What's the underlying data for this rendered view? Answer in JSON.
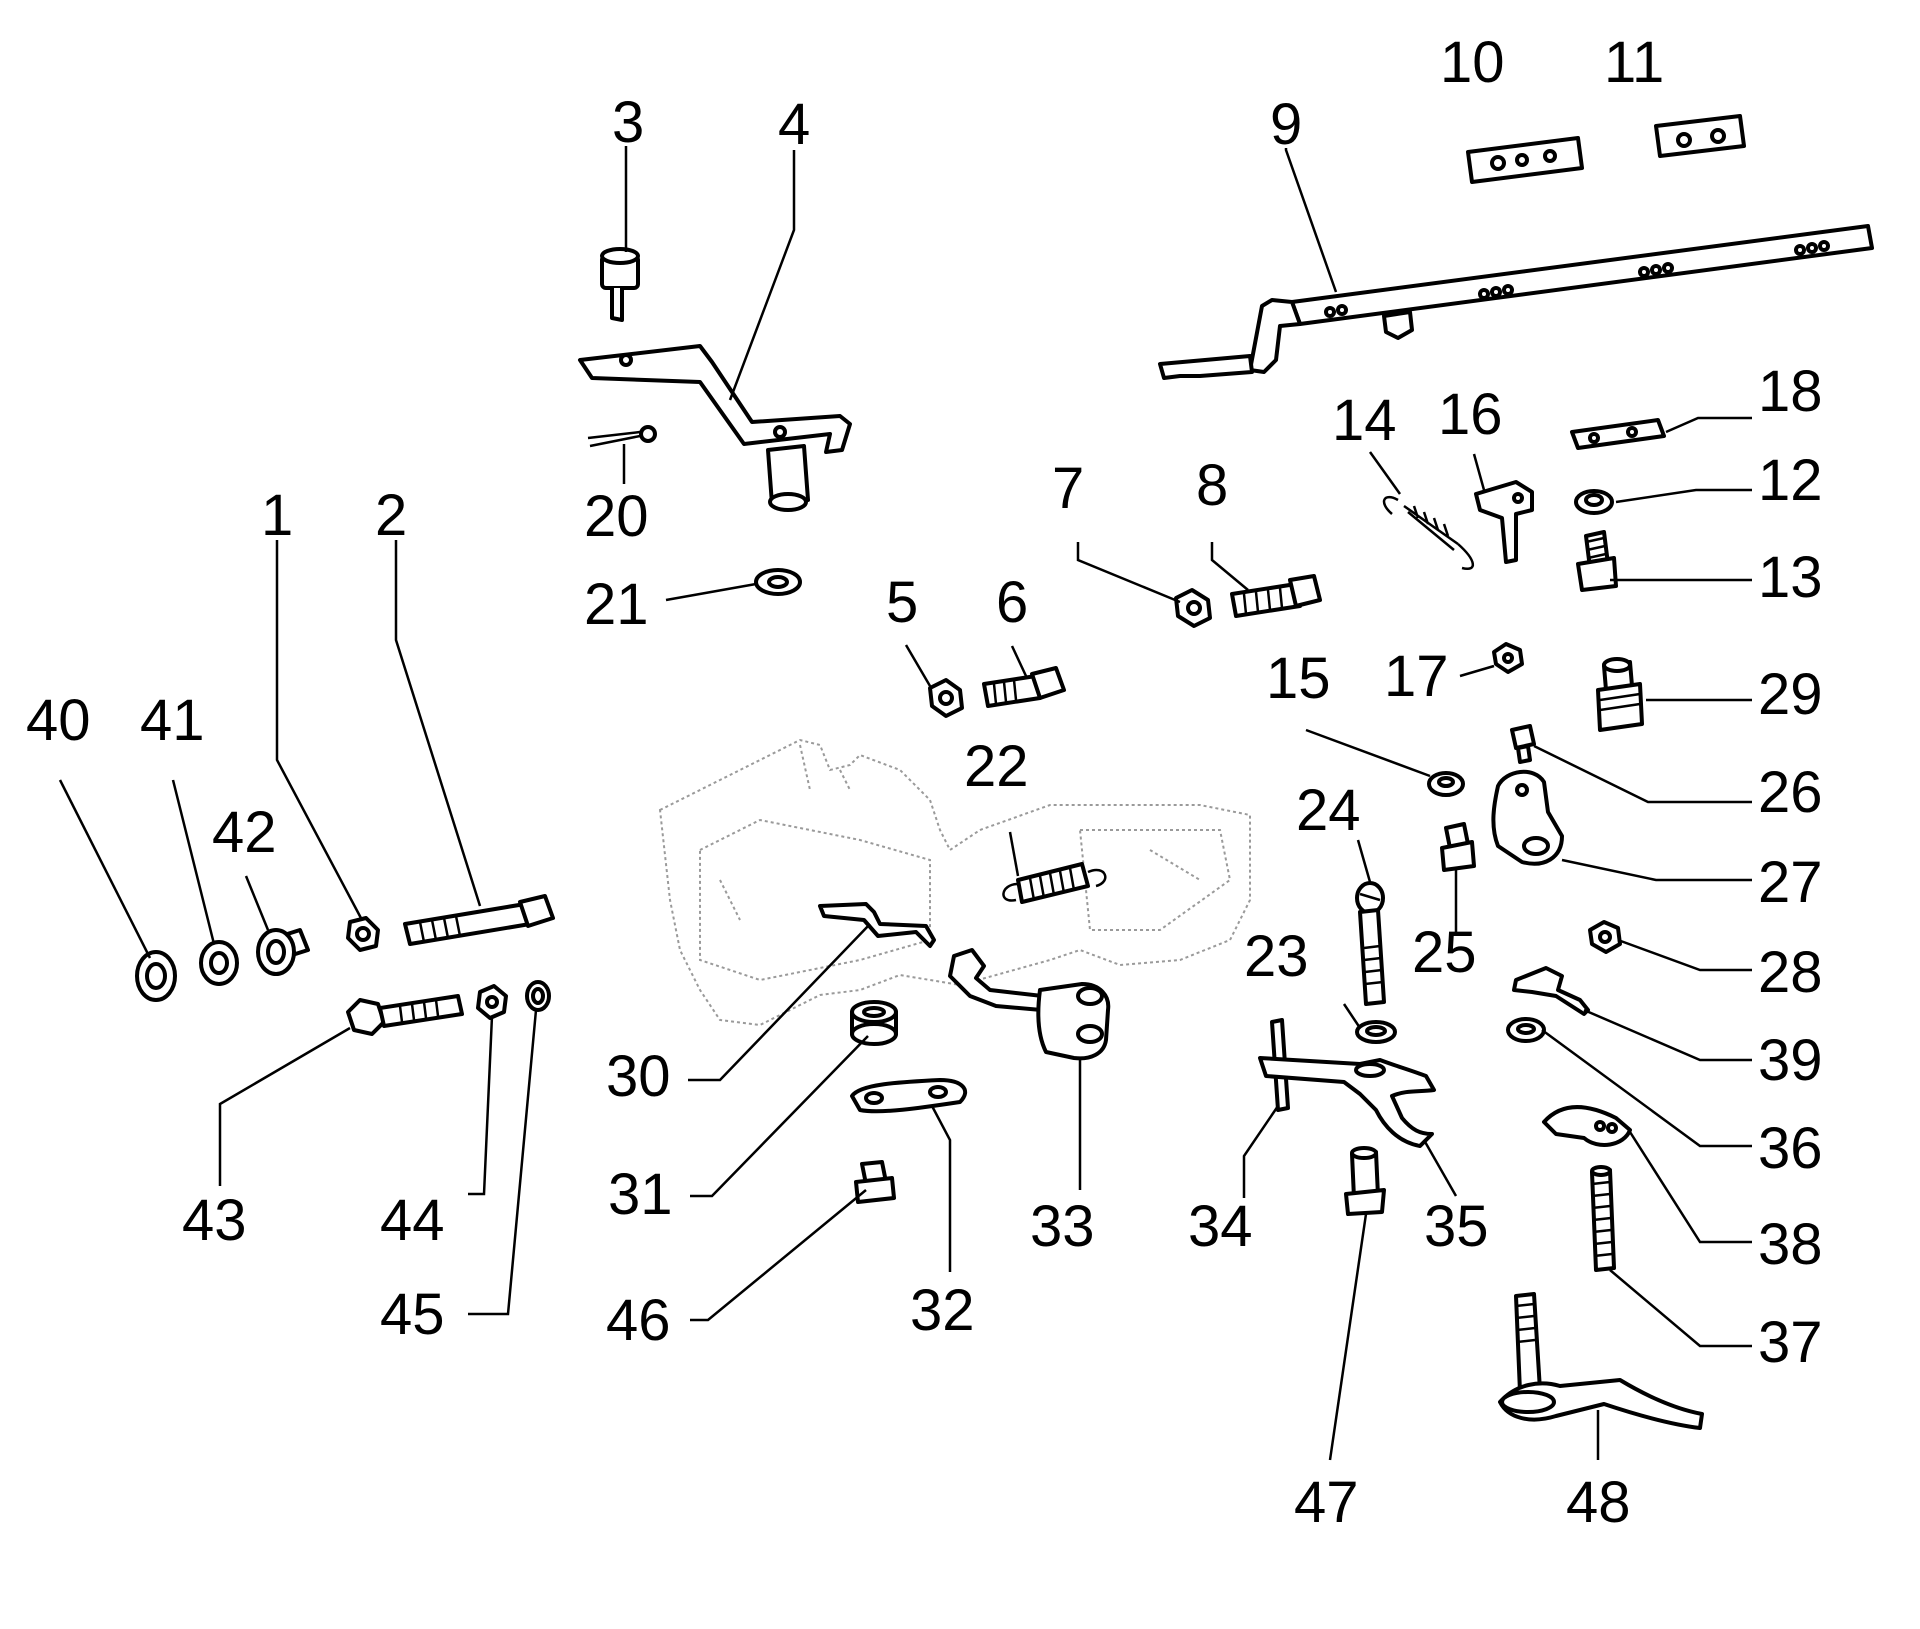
{
  "diagram": {
    "callouts": [
      "1",
      "2",
      "3",
      "4",
      "5",
      "6",
      "7",
      "8",
      "9",
      "10",
      "11",
      "12",
      "13",
      "14",
      "15",
      "16",
      "17",
      "18",
      "20",
      "21",
      "22",
      "23",
      "24",
      "25",
      "26",
      "27",
      "28",
      "29",
      "30",
      "31",
      "32",
      "33",
      "34",
      "35",
      "36",
      "37",
      "38",
      "39",
      "40",
      "41",
      "42",
      "43",
      "44",
      "45",
      "46",
      "47",
      "48"
    ]
  }
}
